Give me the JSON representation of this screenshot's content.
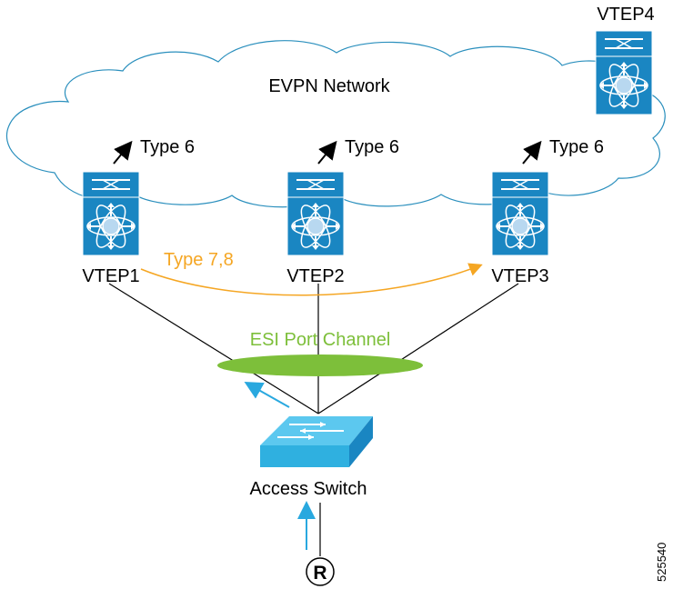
{
  "cloud_label": "EVPN Network",
  "nodes": {
    "vtep1": "VTEP1",
    "vtep2": "VTEP2",
    "vtep3": "VTEP3",
    "vtep4": "VTEP4",
    "access_switch": "Access Switch"
  },
  "route_types": {
    "type6": "Type 6",
    "type78": "Type 7,8"
  },
  "esi_label": "ESI Port Channel",
  "receiver_label": "R",
  "figure_id": "525540",
  "colors": {
    "switch_blue": "#1a86c2",
    "switch_cyan": "#2fb0e0",
    "esi_green": "#7dbf3a",
    "type78_orange": "#f5a623",
    "flow_arrow": "#29a8df",
    "cloud_stroke": "#2a8fbd"
  },
  "icons": {
    "switch": "nexus-switch-icon",
    "access": "access-switch-icon",
    "receiver": "receiver-icon"
  }
}
